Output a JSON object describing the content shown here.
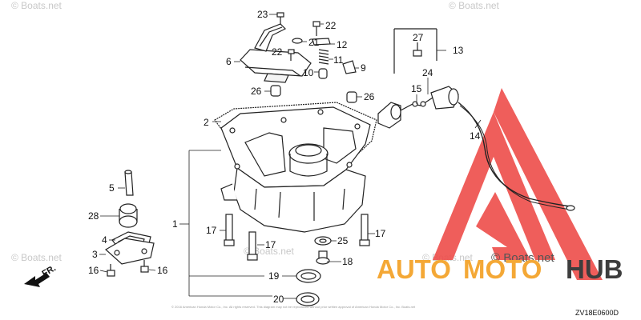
{
  "diagram": {
    "callouts": [
      {
        "id": "c23",
        "text": "23"
      },
      {
        "id": "c22a",
        "text": "22"
      },
      {
        "id": "c21",
        "text": "21"
      },
      {
        "id": "c12",
        "text": "12"
      },
      {
        "id": "c6",
        "text": "6"
      },
      {
        "id": "c22b",
        "text": "22"
      },
      {
        "id": "c11",
        "text": "11"
      },
      {
        "id": "c9",
        "text": "9"
      },
      {
        "id": "c10",
        "text": "10"
      },
      {
        "id": "c26a",
        "text": "26"
      },
      {
        "id": "c26b",
        "text": "26"
      },
      {
        "id": "c2",
        "text": "2"
      },
      {
        "id": "c27",
        "text": "27"
      },
      {
        "id": "c13",
        "text": "13"
      },
      {
        "id": "c24",
        "text": "24"
      },
      {
        "id": "c15",
        "text": "15"
      },
      {
        "id": "c14",
        "text": "14"
      },
      {
        "id": "c5",
        "text": "5"
      },
      {
        "id": "c28",
        "text": "28"
      },
      {
        "id": "c4",
        "text": "4"
      },
      {
        "id": "c3",
        "text": "3"
      },
      {
        "id": "c16a",
        "text": "16"
      },
      {
        "id": "c16b",
        "text": "16"
      },
      {
        "id": "c1",
        "text": "1"
      },
      {
        "id": "c17a",
        "text": "17"
      },
      {
        "id": "c17b",
        "text": "17"
      },
      {
        "id": "c17c",
        "text": "17"
      },
      {
        "id": "c25",
        "text": "25"
      },
      {
        "id": "c18",
        "text": "18"
      },
      {
        "id": "c19",
        "text": "19"
      },
      {
        "id": "c20",
        "text": "20"
      }
    ],
    "direction_label": "FR.",
    "diagram_code": "ZV18E0600D",
    "fine_print": "© 2016 American Honda Motor Co., Inc. All rights reserved. This diagram may not be reproduced without prior written approval of American Honda Motor Co., Inc. Boats.net",
    "watermarks": [
      "© Boats.net",
      "© Boats.net",
      "© Boats.net",
      "© Boats.net",
      "© Boats.net"
    ]
  },
  "overlay": {
    "brand_auto": "AUTO",
    "brand_moto": "MOTO",
    "brand_hub": "HUB",
    "site_watermark": "© Boats.net",
    "colors": {
      "triangle": "#ee4d4a",
      "auto": "#f4a836",
      "moto": "#f4a836",
      "hub": "#3d3d3d"
    }
  }
}
